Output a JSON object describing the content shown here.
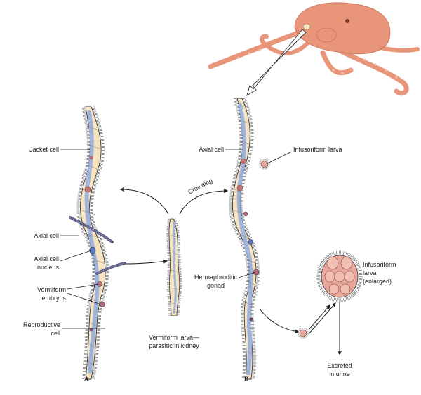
{
  "labels": {
    "jacket_cell": "Jacket cell",
    "axial_cell_a": "Axial cell",
    "axial_cell_nucleus_1": "Axial cell",
    "axial_cell_nucleus_2": "nucleus",
    "vermiform_embryos_1": "Vermiform",
    "vermiform_embryos_2": "embryos",
    "reproductive_cell_1": "Reproductive",
    "reproductive_cell_2": "cell",
    "crowding": "Crowding",
    "vermiform_larva_1": "Vermiform larva—",
    "vermiform_larva_2": "parasitic in kidney",
    "axial_cell_b": "Axial cell",
    "infusoriform_larva": "Infusoriform larva",
    "herm_gonad_1": "Hermaphroditic",
    "herm_gonad_2": "gonad",
    "infusoriform_enlarged_1": "Infusoriform",
    "infusoriform_enlarged_2": "larva",
    "infusoriform_enlarged_3": "(enlarged)",
    "excreted_1": "Excreted",
    "excreted_2": "in urine"
  },
  "panels": {
    "a": "A",
    "b": "B"
  },
  "colors": {
    "body_fill": "#f6e3c0",
    "axial_fill": "#9fb3dd",
    "octopus": "#e8957a",
    "larva_fill": "#e7a79a"
  }
}
